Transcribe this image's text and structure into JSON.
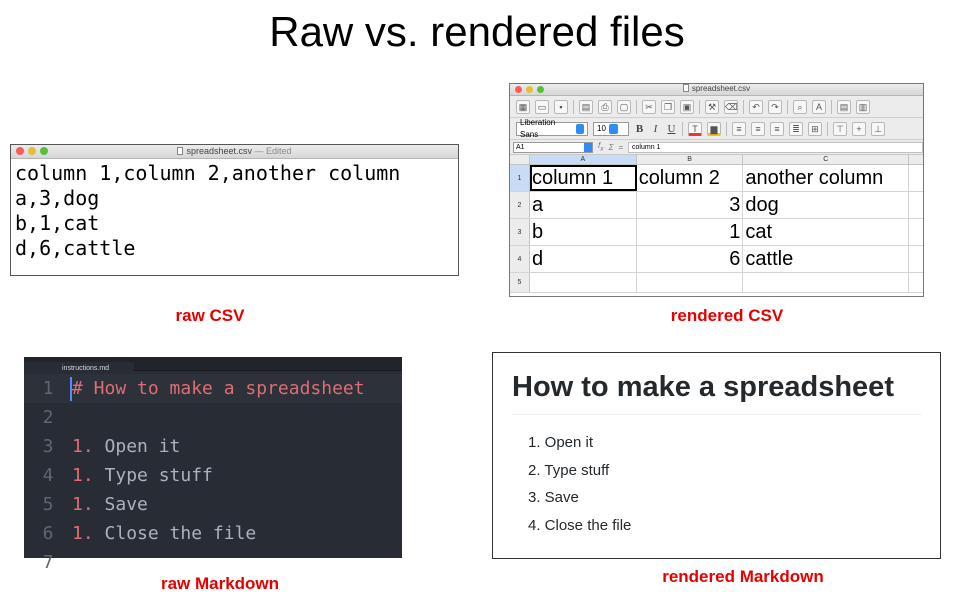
{
  "slide": {
    "title": "Raw vs. rendered files",
    "captions": {
      "raw_csv": "raw CSV",
      "rendered_csv": "rendered CSV",
      "raw_markdown": "raw Markdown",
      "rendered_markdown": "rendered Markdown"
    }
  },
  "raw_csv_window": {
    "title": "spreadsheet.csv",
    "edited_suffix": " — Edited",
    "lines": [
      "column 1,column 2,another column",
      "a,3,dog",
      "b,1,cat",
      "d,6,cattle"
    ]
  },
  "spreadsheet_window": {
    "title": "spreadsheet.csv",
    "font_name": "Liberation Sans",
    "font_size": "10",
    "cell_reference": "A1",
    "formula_value": "column 1",
    "column_headers": [
      "A",
      "B",
      "C"
    ],
    "row_numbers": [
      "1",
      "2",
      "3",
      "4",
      "5"
    ],
    "rows": [
      [
        "column 1",
        "column 2",
        "another column"
      ],
      [
        "a",
        "3",
        "dog"
      ],
      [
        "b",
        "1",
        "cat"
      ],
      [
        "d",
        "6",
        "cattle"
      ]
    ]
  },
  "markdown_editor": {
    "tab_name": "instructions.md",
    "line_numbers": [
      "1",
      "2",
      "3",
      "4",
      "5",
      "6",
      "7"
    ],
    "lines": [
      {
        "marker": "",
        "text": "# How to make a spreadsheet"
      },
      {
        "marker": "",
        "text": ""
      },
      {
        "marker": "1.",
        "text": " Open it"
      },
      {
        "marker": "1.",
        "text": " Type stuff"
      },
      {
        "marker": "1.",
        "text": " Save"
      },
      {
        "marker": "1.",
        "text": " Close the file"
      }
    ]
  },
  "markdown_rendered": {
    "heading": "How to make a spreadsheet",
    "items": [
      "1. Open it",
      "2. Type stuff",
      "3. Save",
      "4. Close the file"
    ]
  },
  "colors": {
    "caption": "#e60000",
    "editor_background": "#282c34",
    "markdown_accent": "#e06c75"
  }
}
